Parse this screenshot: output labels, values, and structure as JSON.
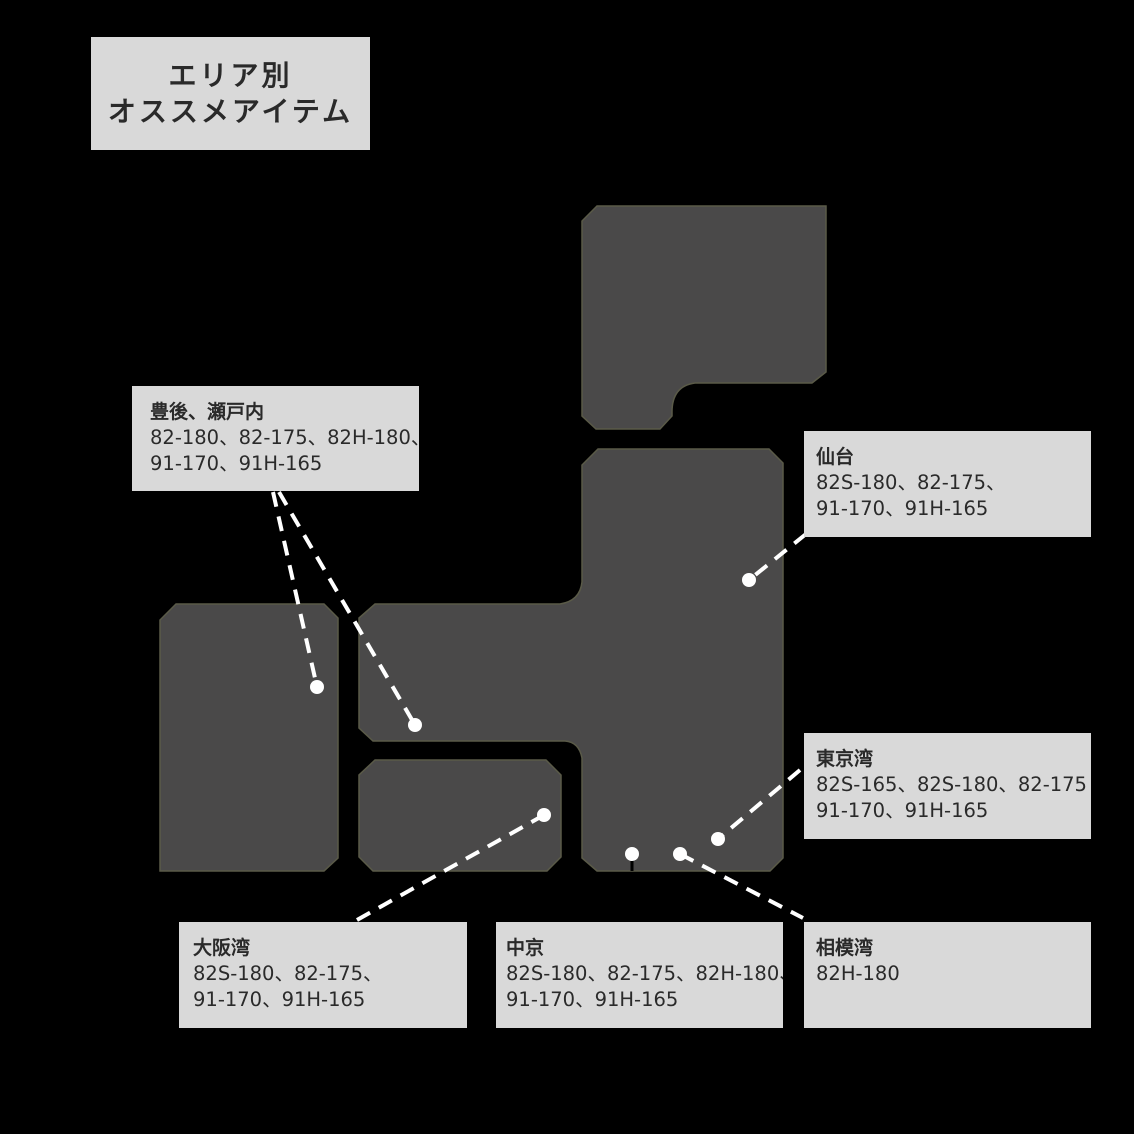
{
  "title": {
    "line1": "エリア別",
    "line2": "オススメアイテム"
  },
  "areas": [
    {
      "key": "bungo",
      "name": "豊後、瀬戸内",
      "line1": "82-180、82-175、82H-180、",
      "line2": "91-170、91H-165"
    },
    {
      "key": "sendai",
      "name": "仙台",
      "line1": "82S-180、82-175、",
      "line2": "91-170、91H-165"
    },
    {
      "key": "tokyo",
      "name": "東京湾",
      "line1": "82S-165、82S-180、82-175",
      "line2": "91-170、91H-165"
    },
    {
      "key": "osaka",
      "name": "大阪湾",
      "line1": "82S-180、82-175、",
      "line2": "91-170、91H-165"
    },
    {
      "key": "chukyo",
      "name": "中京",
      "line1": "82S-180、82-175、82H-180、",
      "line2": "91-170、91H-165"
    },
    {
      "key": "sagami",
      "name": "相模湾",
      "line1": "82H-180",
      "line2": ""
    }
  ],
  "colors": {
    "background": "#000000",
    "region_fill": "#4a4949",
    "region_stroke": "#5a5a48",
    "label_bg": "#d9d9d9",
    "label_text": "#2a2a2a",
    "leader": "#ffffff"
  }
}
